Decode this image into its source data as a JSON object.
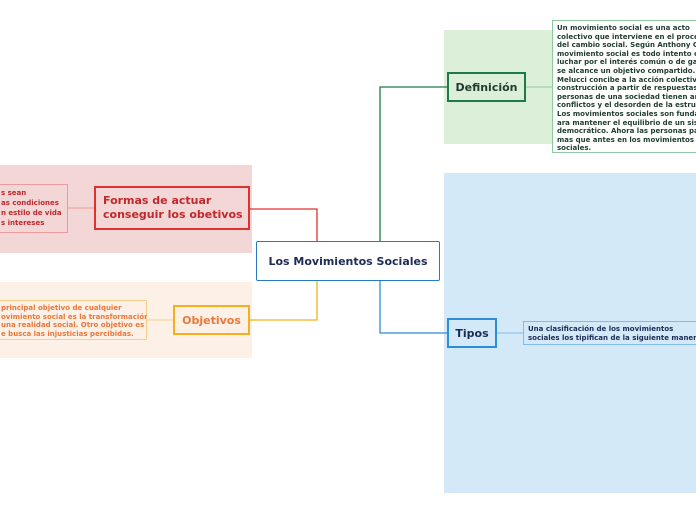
{
  "central": {
    "label": "Los Movimientos Sociales"
  },
  "branches": {
    "definicion": {
      "label": "Definición",
      "color": "#1f7a4a",
      "note_lines": [
        "Un movimiento social es una acto",
        "colectivo que interviene en el proceso",
        "del cambio social. Según Anthony Gidd",
        "movimiento social es todo intento cole",
        "luchar por el interés común o de garan",
        "se alcance un objetivo compartido. Alb",
        "Melucci concibe a la acción colectiva c",
        "construcción a partir de respuestas qu",
        "personas de una sociedad tienen ante",
        "conflictos y el desorden de la estructu",
        "Los movimientos sociales son fundame",
        "ara mantener el equilibrio de un sister",
        "democrático. Ahora las personas partic",
        "mas que antes en los movimientos y g",
        "sociales."
      ]
    },
    "tipos": {
      "label": "Tipos",
      "color": "#2b8fd6",
      "note_lines": [
        "Una clasificación de los movimientos",
        "sociales los tipifican de la siguiente manera"
      ]
    },
    "formas": {
      "label_lines": [
        "Formas de actuar",
        "conseguir los obetivos"
      ],
      "color": "#e03030",
      "note_lines": [
        "s sean",
        "as condiciones",
        "n estilo de vida",
        "s intereses"
      ]
    },
    "objetivos": {
      "label": "Objetivos",
      "color": "#f2b01e",
      "note_lines": [
        "principal objetivo de cualquier",
        "ovimiento social es la transformación",
        "una realidad social. Otro objetivo es",
        "e busca las injusticias percibidas."
      ]
    }
  }
}
